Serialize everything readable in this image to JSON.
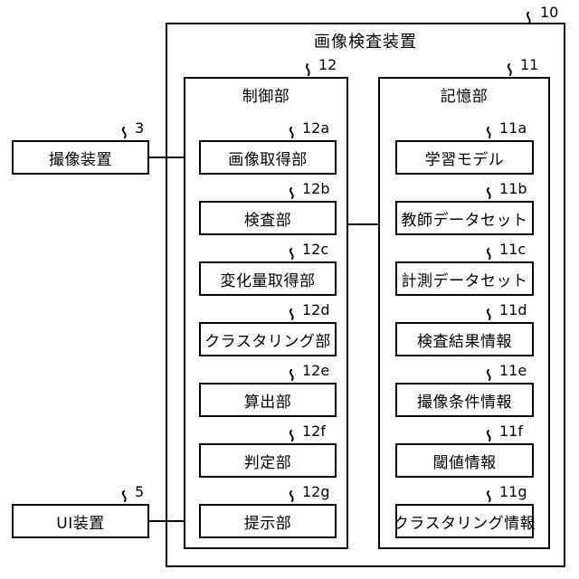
{
  "figure": {
    "outer": {
      "title": "画像検査装置",
      "ref": "10"
    },
    "control_unit": {
      "title": "制御部",
      "ref": "12",
      "modules": [
        {
          "label": "画像取得部",
          "ref": "12a"
        },
        {
          "label": "検査部",
          "ref": "12b"
        },
        {
          "label": "変化量取得部",
          "ref": "12c"
        },
        {
          "label": "クラスタリング部",
          "ref": "12d"
        },
        {
          "label": "算出部",
          "ref": "12e"
        },
        {
          "label": "判定部",
          "ref": "12f"
        },
        {
          "label": "提示部",
          "ref": "12g"
        }
      ]
    },
    "storage_unit": {
      "title": "記憶部",
      "ref": "11",
      "items": [
        {
          "label": "学習モデル",
          "ref": "11a"
        },
        {
          "label": "教師データセット",
          "ref": "11b"
        },
        {
          "label": "計測データセット",
          "ref": "11c"
        },
        {
          "label": "検査結果情報",
          "ref": "11d"
        },
        {
          "label": "撮像条件情報",
          "ref": "11e"
        },
        {
          "label": "閾値情報",
          "ref": "11f"
        },
        {
          "label": "クラスタリング情報",
          "ref": "11g"
        }
      ]
    },
    "external_devices": [
      {
        "label": "撮像装置",
        "ref": "3"
      },
      {
        "label": "UI装置",
        "ref": "5"
      }
    ],
    "colors": {
      "stroke": "#000000",
      "background": "#ffffff"
    }
  }
}
